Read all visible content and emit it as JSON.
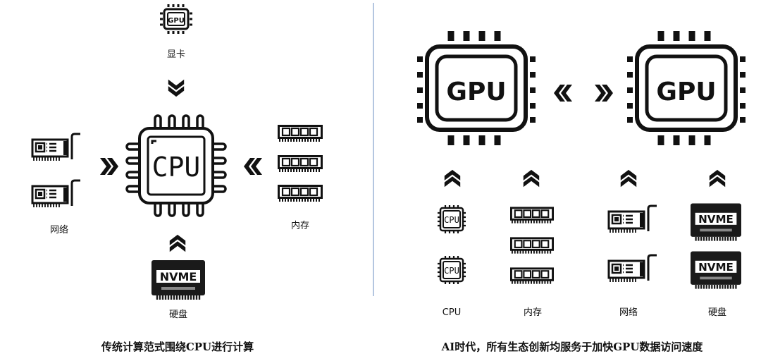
{
  "left": {
    "gpu_label": "显卡",
    "network_label": "网络",
    "memory_label": "内存",
    "disk_label": "硬盘",
    "cpu_chip_text": "CPU",
    "gpu_chip_text": "GPU",
    "nvme_text": "NVME",
    "caption": "传统计算范式围绕CPU进行计算"
  },
  "right": {
    "gpu_chip_text": "GPU",
    "column_labels": [
      "CPU",
      "内存",
      "网络",
      "硬盘"
    ],
    "cpu_chip_text": "CPU",
    "nvme_text": "NVME",
    "caption": "AI时代，所有生态创新均服务于加快GPU数据访问速度"
  },
  "colors": {
    "ink": "#111111",
    "divider": "#9bb3d6",
    "card": "#1a1a1a"
  }
}
